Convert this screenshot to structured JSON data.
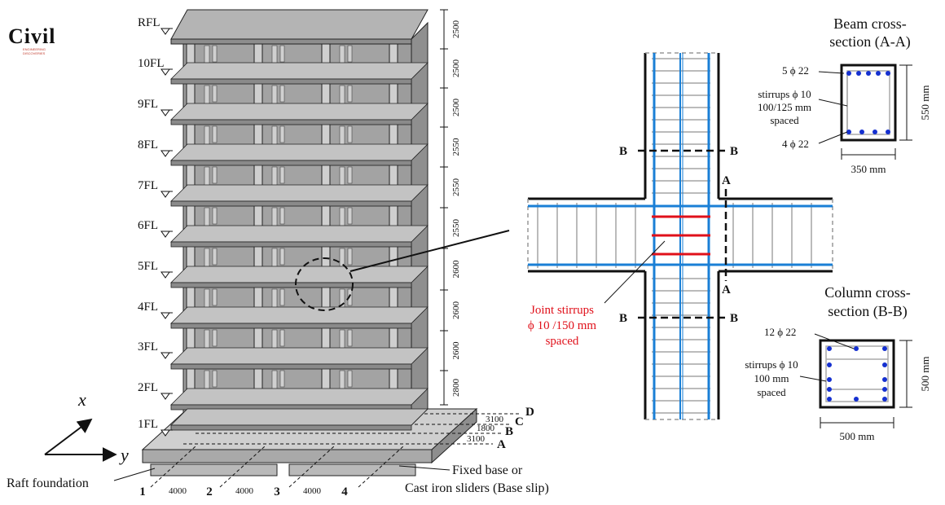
{
  "logo": {
    "word": "Civil",
    "sub": "ENGINEERING DISCOVERIES"
  },
  "floors": [
    "RFL",
    "10FL",
    "9FL",
    "8FL",
    "7FL",
    "6FL",
    "5FL",
    "4FL",
    "3FL",
    "2FL",
    "1FL"
  ],
  "storey_heights": [
    "2500",
    "2500",
    "2500",
    "2550",
    "2550",
    "2550",
    "2600",
    "2600",
    "2600",
    "2800"
  ],
  "x_spans": [
    "4000",
    "4000",
    "4000"
  ],
  "y_spans": [
    "3100",
    "1800",
    "3100"
  ],
  "grid_numbers": [
    "1",
    "2",
    "3",
    "4"
  ],
  "grid_letters": [
    "A",
    "B",
    "C",
    "D"
  ],
  "axes": {
    "x": "x",
    "y": "y"
  },
  "labels": {
    "raft": "Raft foundation",
    "base_line1": "Fixed base or",
    "base_line2": "Cast iron sliders (Base slip)"
  },
  "joint": {
    "section_A": "A",
    "section_B": "B",
    "stirrups_line1": "Joint stirrups",
    "stirrups_line2": "ϕ 10 /150 mm",
    "stirrups_line3": "spaced"
  },
  "beam_section": {
    "title1": "Beam cross-",
    "title2": "section (A-A)",
    "top_bars": "5 ϕ 22",
    "bottom_bars": "4 ϕ 22",
    "stirrups1": "stirrups ϕ 10",
    "stirrups2": "100/125 mm",
    "stirrups3": "spaced",
    "width": "350 mm",
    "height": "550 mm"
  },
  "column_section": {
    "title1": "Column cross-",
    "title2": "section (B-B)",
    "bars": "12 ϕ 22",
    "stirrups1": "stirrups ϕ 10",
    "stirrups2": "100 mm",
    "stirrups3": "spaced",
    "width": "500 mm",
    "height": "500 mm"
  },
  "colors": {
    "rebar": "#1a7fd6",
    "joint_stirrup": "#e0101a",
    "concrete": "#b5b5b5",
    "bar_dot": "#1530d0"
  }
}
